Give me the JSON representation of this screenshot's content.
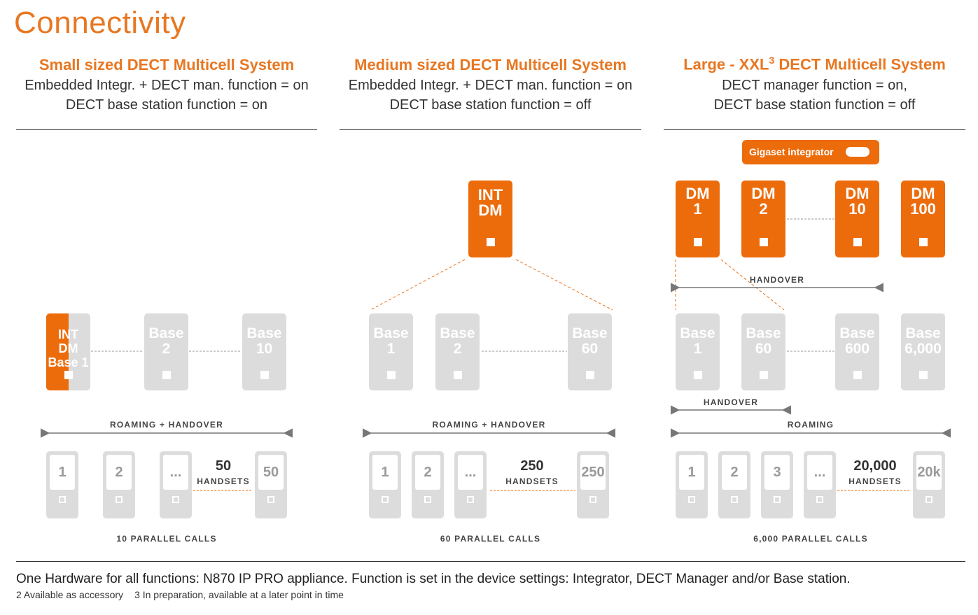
{
  "title": "Connectivity",
  "columns": [
    {
      "title": "Small sized DECT Multicell System",
      "subtitle_line1": "Embedded Integr. + DECT man. function = on",
      "subtitle_line2": "DECT base station function = on",
      "integrated_base": [
        "INT",
        "DM",
        "Base 1"
      ],
      "bases": [
        [
          "Base",
          "2"
        ],
        [
          "Base",
          "10"
        ]
      ],
      "roaming_label": "ROAMING + HANDOVER",
      "handsets": [
        "1",
        "2",
        "...",
        "50"
      ],
      "handset_count": "50",
      "handset_word": "HANDSETS",
      "calls": "10 PARALLEL CALLS"
    },
    {
      "title": "Medium sized DECT Multicell System",
      "subtitle_line1": "Embedded Integr. + DECT man. function = on",
      "subtitle_line2": "DECT base station function = off",
      "manager": [
        "INT",
        "DM"
      ],
      "bases": [
        [
          "Base",
          "1"
        ],
        [
          "Base",
          "2"
        ],
        [
          "Base",
          "60"
        ]
      ],
      "roaming_label": "ROAMING + HANDOVER",
      "handsets": [
        "1",
        "2",
        "...",
        "250"
      ],
      "handset_count": "250",
      "handset_word": "HANDSETS",
      "calls": "60 PARALLEL CALLS"
    },
    {
      "title": "Large - XXL",
      "title_sup": "3",
      "title_rest": " DECT Multicell System",
      "subtitle_line1": "DECT manager function = on,",
      "subtitle_line2": "DECT base station function = off",
      "integrator": "Gigaset integrator",
      "managers": [
        [
          "DM",
          "1"
        ],
        [
          "DM",
          "2"
        ],
        [
          "DM",
          "10"
        ],
        [
          "DM",
          "100"
        ]
      ],
      "handover_top": "HANDOVER",
      "bases": [
        [
          "Base",
          "1"
        ],
        [
          "Base",
          "60"
        ],
        [
          "Base",
          "600"
        ],
        [
          "Base",
          "6,000"
        ]
      ],
      "handover_bottom": "HANDOVER",
      "roaming_label": "ROAMING",
      "handsets": [
        "1",
        "2",
        "3",
        "...",
        "20k"
      ],
      "handset_count": "20,000",
      "handset_word": "HANDSETS",
      "calls": "6,000 PARALLEL CALLS"
    }
  ],
  "footer": {
    "main": "One Hardware for all functions: N870 IP PRO appliance. Function is set in the device settings: Integrator, DECT Manager and/or Base station.",
    "note2": "2 Available as accessory",
    "note3": "3  In preparation, available at a later point in time"
  },
  "colors": {
    "accent": "#ec6c0c",
    "title": "#e87722",
    "device_gray": "#dcdcdc"
  }
}
